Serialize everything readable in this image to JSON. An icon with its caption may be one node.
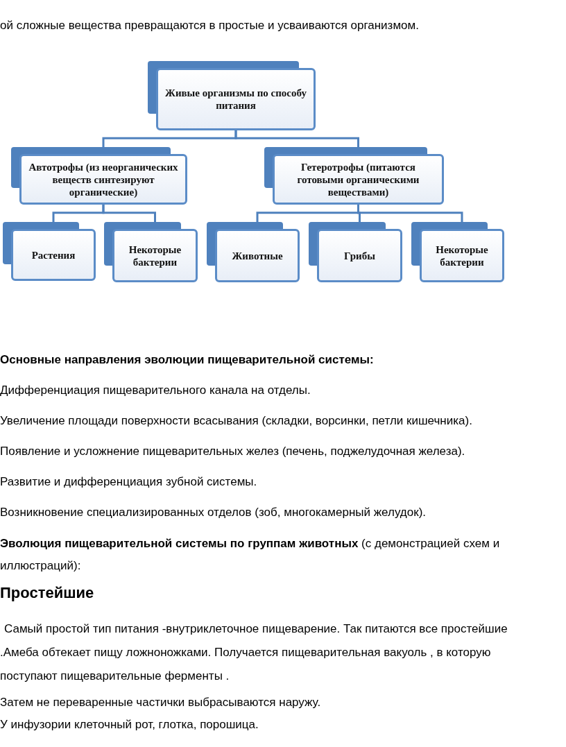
{
  "diagram": {
    "nodes": [
      {
        "text": [
          "Живые организмы по способу питания"
        ]
      },
      {
        "text": [
          "Автотрофы (из неорганических веществ синтезируют органические)"
        ]
      },
      {
        "text": [
          "Гетеротрофы (питаются готовыми органическими веществами)"
        ]
      },
      {
        "text": [
          "Растения"
        ]
      },
      {
        "text": [
          "Некоторые бактерии"
        ]
      },
      {
        "text": [
          "Животные"
        ]
      },
      {
        "text": [
          "Грибы"
        ]
      },
      {
        "text": [
          "Некоторые бактерии"
        ]
      }
    ],
    "edges": [
      {
        "from": 0,
        "to": 1,
        "arrow": "none"
      },
      {
        "from": 0,
        "to": 2,
        "arrow": "none"
      },
      {
        "from": 1,
        "to": 3,
        "arrow": "none"
      },
      {
        "from": 1,
        "to": 4,
        "arrow": "none"
      },
      {
        "from": 2,
        "to": 5,
        "arrow": "none"
      },
      {
        "from": 2,
        "to": 6,
        "arrow": "none"
      },
      {
        "from": 2,
        "to": 7,
        "arrow": "none"
      }
    ],
    "labels": [
      "ой сложные вещества превращаются в простые и усваиваются организмом.",
      "Основные направления эволюции пищеварительной системы:",
      "Дифференциация пищеварительного канала на отделы.",
      "Увеличение площади поверхности всасывания (складки, ворсинки, петли кишечника).",
      "Появление и усложнение пищеварительных желез (печень, поджелудочная железа).",
      "Развитие и дифференциация зубной системы.",
      "Возникновение специализированных отделов (зоб, многокамерный желудок).",
      "**Эволюция пищеварительной системы по группам животных** (с демонстрацией схем и иллюстраций):",
      "Простейшие",
      "Самый простой тип питания -внутриклеточное пищеварение. Так питаются все простейшие .Амеба обтекает пищу ложноножками. Получается пищеварительная вакуоль , в которую поступают пищеварительные ферменты .",
      "Затем не переваренные частички выбрасываются наружу.",
      "У инфузории клеточный рот, глотка, порошица."
    ]
  }
}
